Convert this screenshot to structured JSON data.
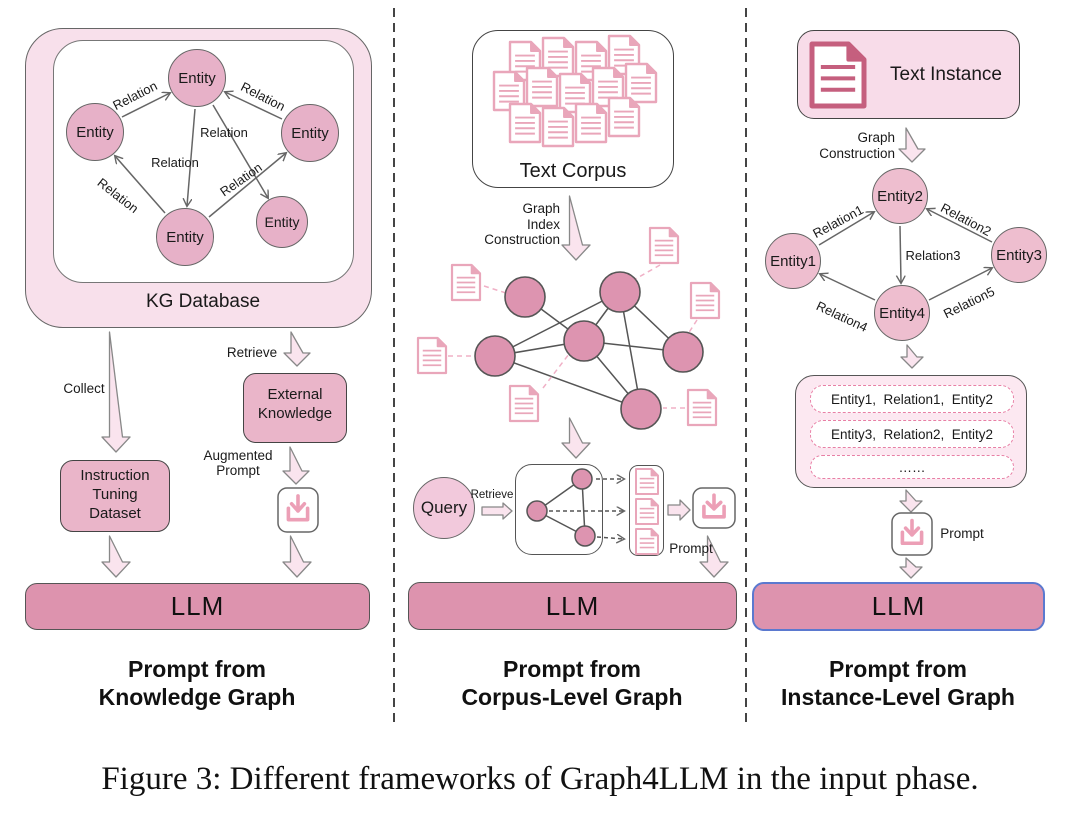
{
  "figure_caption": "Figure 3: Different frameworks of Graph4LLM in the input phase.",
  "colors": {
    "panel_pink_light": "#f8e0eb",
    "entity_pink": "#e7b1c8",
    "node_pink": "#dd94b0",
    "llm_pink": "#dd93ae",
    "block_arrow_fill": "#fae4ee",
    "doc_icon_pink": "#e9a6ba",
    "doc_icon_dark_pink": "#c55f7e",
    "dashed_row_pink": "#e87fa5",
    "llm_blue_border": "#5b79cf"
  },
  "panels": {
    "left": {
      "kg_label": "KG Database",
      "entity_label": "Entity",
      "relation_label": "Relation",
      "collect_label": "Collect",
      "retrieve_label": "Retrieve",
      "external_knowledge": "External\nKnowledge",
      "augmented_prompt": "Augmented\nPrompt",
      "instruction_tuning": "Instruction\nTuning\nDataset",
      "llm": "LLM",
      "caption": "Prompt from\nKnowledge Graph"
    },
    "middle": {
      "corpus_label": "Text Corpus",
      "construction_label": "Graph\nIndex\nConstruction",
      "query_label": "Query",
      "retrieve_label": "Retrieve",
      "prompt_label": "Prompt",
      "llm": "LLM",
      "caption": "Prompt from\nCorpus-Level Graph"
    },
    "right": {
      "text_instance": "Text Instance",
      "construction_label": "Graph\nConstruction",
      "entities": [
        "Entity1",
        "Entity2",
        "Entity3",
        "Entity4"
      ],
      "relations": [
        "Relation1",
        "Relation2",
        "Relation3",
        "Relation4",
        "Relation5"
      ],
      "triples": [
        "Entity1,  Relation1,  Entity2",
        "Entity3,  Relation2,  Entity2",
        "……"
      ],
      "prompt_label": "Prompt",
      "llm": "LLM",
      "caption": "Prompt from\nInstance-Level Graph"
    }
  }
}
